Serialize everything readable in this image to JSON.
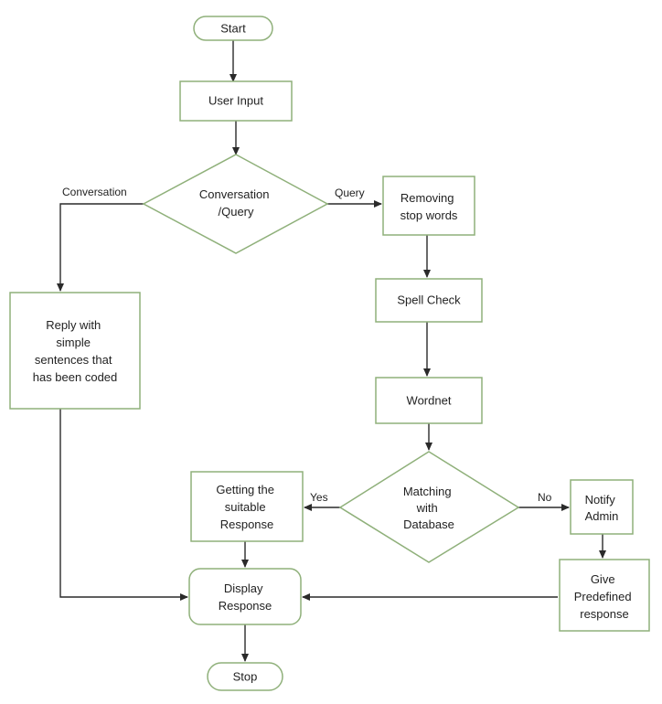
{
  "nodes": {
    "start": "Start",
    "user_input": "User Input",
    "decision_type": [
      "Conversation",
      "/Query"
    ],
    "reply": [
      "Reply with",
      "simple",
      "sentences that",
      "has been coded"
    ],
    "removing_stop_words": [
      "Removing",
      "stop words"
    ],
    "spell_check": "Spell Check",
    "wordnet": "Wordnet",
    "matching": [
      "Matching",
      "with",
      "Database"
    ],
    "getting_response": [
      "Getting the",
      "suitable",
      "Response"
    ],
    "notify_admin": [
      "Notify",
      "Admin"
    ],
    "give_predefined": [
      "Give",
      "Predefined",
      "response"
    ],
    "display_response": [
      "Display",
      "Response"
    ],
    "stop": "Stop"
  },
  "edges": {
    "conversation": "Conversation",
    "query": "Query",
    "yes": "Yes",
    "no": "No"
  }
}
